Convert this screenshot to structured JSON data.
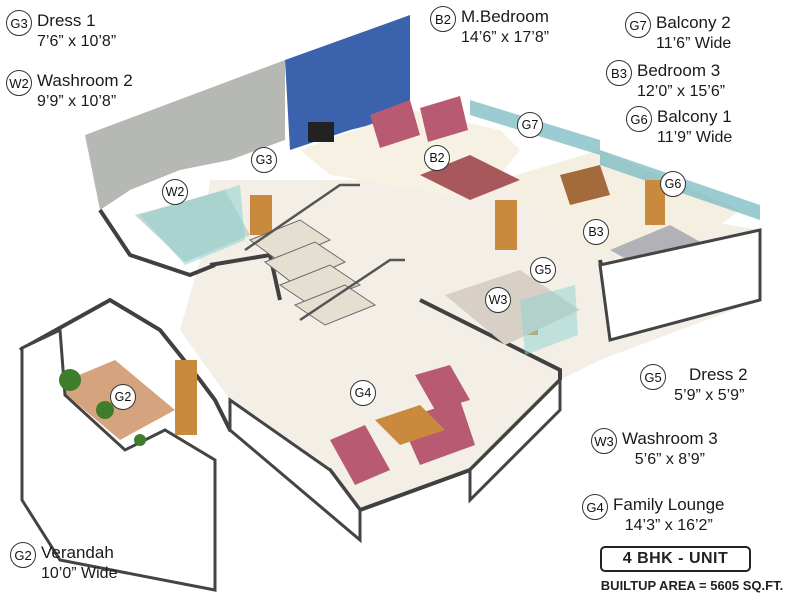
{
  "legend": [
    {
      "code": "G3",
      "name": "Dress 1",
      "dims": "7’6” x 10’8”"
    },
    {
      "code": "W2",
      "name": "Washroom 2",
      "dims": "9’9” x 10’8”"
    },
    {
      "code": "B2",
      "name": "M.Bedroom",
      "dims": "14’6” x 17’8”"
    },
    {
      "code": "G7",
      "name": "Balcony 2",
      "dims": "11’6” Wide"
    },
    {
      "code": "B3",
      "name": "Bedroom 3",
      "dims": "12’0” x 15’6”"
    },
    {
      "code": "G6",
      "name": "Balcony 1",
      "dims": "11’9” Wide"
    },
    {
      "code": "G5",
      "name": "Dress 2",
      "dims": "5’9” x 5’9”"
    },
    {
      "code": "W3",
      "name": "Washroom 3",
      "dims": "5’6” x 8’9”"
    },
    {
      "code": "G4",
      "name": "Family Lounge",
      "dims": "14’3” x 16’2”"
    },
    {
      "code": "G2",
      "name": "Verandah",
      "dims": "10’0” Wide"
    }
  ],
  "markers": [
    "G3",
    "W2",
    "B2",
    "G7",
    "G6",
    "B3",
    "G5",
    "W3",
    "G4",
    "G2"
  ],
  "unit_label": "4 BHK - UNIT",
  "builtup_area": "BUILTUP AREA = 5605 SQ.FT.",
  "colors": {
    "accent_wall": "#3b63ad",
    "sofa": "#b85a72",
    "wood": "#c98a3e",
    "floor": "#f3efe7",
    "wall": "#e7e5e0"
  }
}
